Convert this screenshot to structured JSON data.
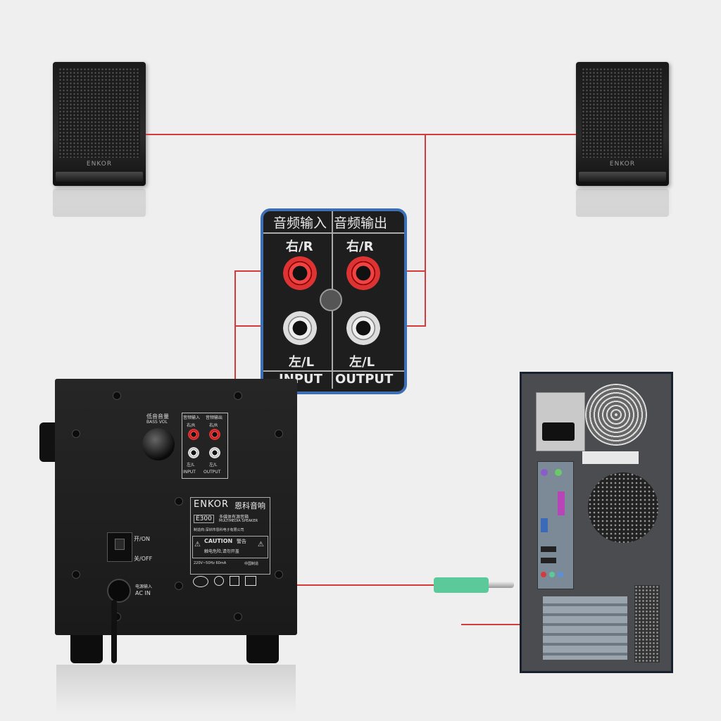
{
  "speakers": {
    "left_brand": "ENKOR",
    "right_brand": "ENKOR"
  },
  "panel": {
    "header_input": "音频输入",
    "header_output": "音频输出",
    "right_label_input": "右/R",
    "right_label_output": "右/R",
    "left_label_input": "左/L",
    "left_label_output": "左/L",
    "footer_input": "INPUT",
    "footer_output": "OUTPUT"
  },
  "subwoofer": {
    "knob_label_cn": "低音音量",
    "knob_label_en": "BASS VOL",
    "mini_header_input": "音频输入",
    "mini_header_output": "音频输出",
    "mini_r_input": "右/R",
    "mini_r_output": "右/R",
    "mini_l_input": "左/L",
    "mini_l_output": "左/L",
    "mini_input": "INPUT",
    "mini_output": "OUTPUT",
    "brand": "ENKOR",
    "brand_cn": "恩科音响",
    "model": "E300",
    "model_desc_cn": "多媒体有源音箱",
    "model_desc_en": "MULTIMEDIA SPEAKER",
    "maker": "制造商:深圳市恩科电子有限公司",
    "caution": "CAUTION",
    "caution_cn": "警告",
    "caution_text": "触电危险,请勿开盖",
    "power_rating": "220V~50Hz 60mA",
    "origin": "中国制造",
    "switch_on": "开/ON",
    "switch_off": "关/OFF",
    "ac_in_cn": "电源输入",
    "ac_in": "AC IN"
  },
  "colors": {
    "wire": "#d43b3b",
    "panel_border": "#3d6fb5",
    "plug": "#5cc99a"
  }
}
